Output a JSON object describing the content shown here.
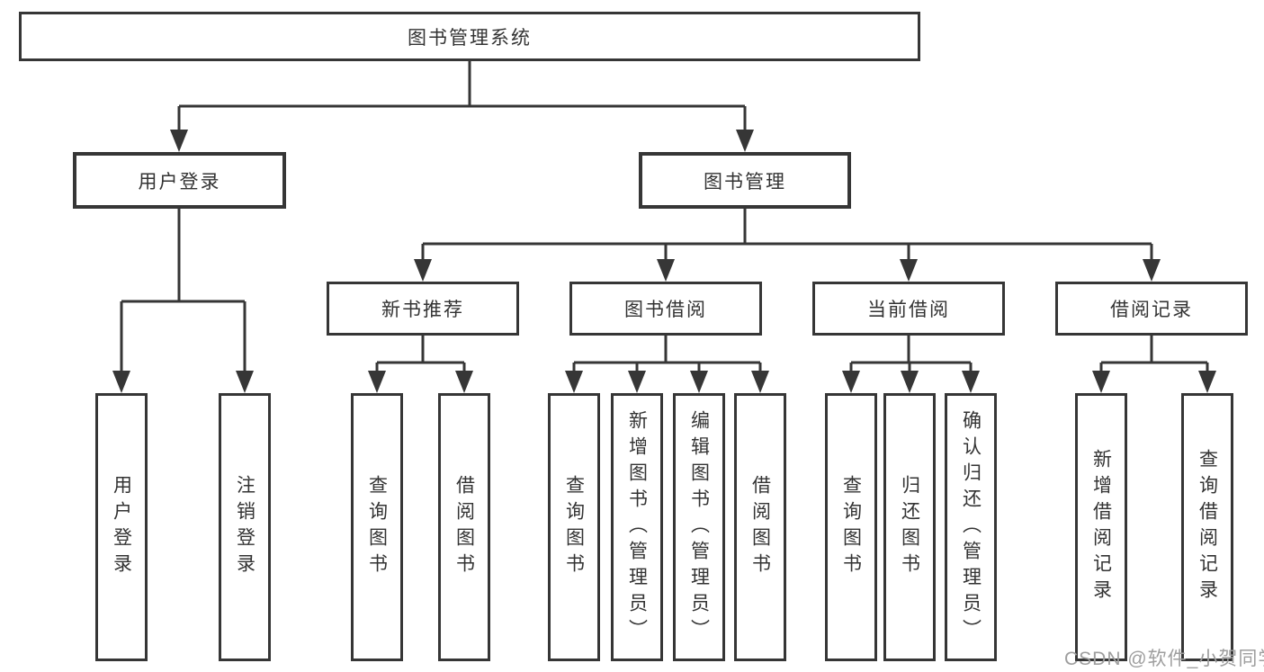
{
  "diagram": {
    "root": "图书管理系统",
    "login": {
      "label": "用户登录",
      "leaves": [
        "用户登录",
        "注销登录"
      ]
    },
    "manage": {
      "label": "图书管理",
      "groups": [
        {
          "label": "新书推荐",
          "leaves": [
            "查询图书",
            "借阅图书"
          ]
        },
        {
          "label": "图书借阅",
          "leaves": [
            "查询图书",
            "新增图书（管理员）",
            "编辑图书（管理员）",
            "借阅图书"
          ]
        },
        {
          "label": "当前借阅",
          "leaves": [
            "查询图书",
            "归还图书",
            "确认归还（管理员）"
          ]
        },
        {
          "label": "借阅记录",
          "leaves": [
            "新增借阅记录",
            "查询借阅记录"
          ]
        }
      ]
    }
  },
  "watermark": "CSDN @软件_小贺同学",
  "colors": {
    "line": "#363636",
    "text": "#333333",
    "watermark": "#9e9e9e",
    "background": "#ffffff"
  }
}
